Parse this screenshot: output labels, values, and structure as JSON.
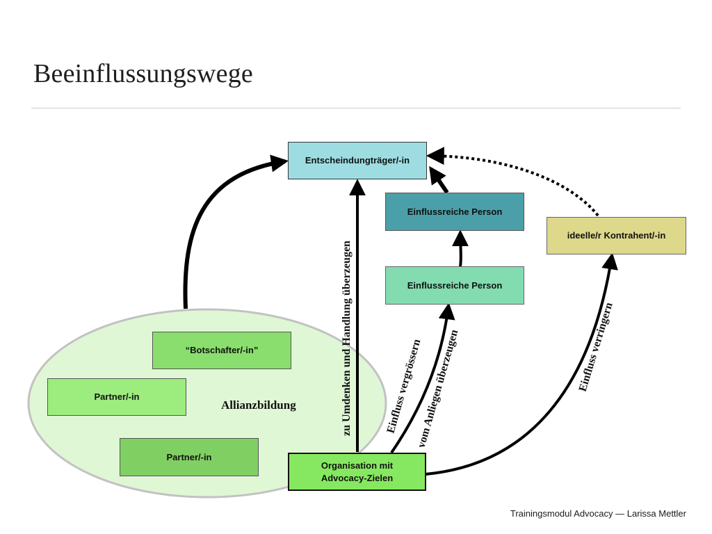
{
  "title": "Beeinflussungswege",
  "footer": "Trainingsmodul Advocacy — Larissa Mettler",
  "nodes": {
    "decision_maker": {
      "label": "Entscheindungträger/-in",
      "color": "#9ddde2"
    },
    "influential_top": {
      "label": "Einflussreiche Person",
      "color": "#4b9fa8"
    },
    "influential_bottom": {
      "label": "Einflussreiche Person",
      "color": "#83dbb0"
    },
    "opponent": {
      "label": "ideelle/r Kontrahent/-in",
      "color": "#ddd88a"
    },
    "ambassador": {
      "label": "“Botschafter/-in”",
      "color": "#8ade6e"
    },
    "partner_1": {
      "label": "Partner/-in",
      "color": "#9cec7e"
    },
    "partner_2": {
      "label": "Partner/-in",
      "color": "#80cf63"
    },
    "organisation": {
      "label_line1": "Organisation mit",
      "label_line2": "Advocacy-Zielen",
      "color": "#86e860"
    }
  },
  "alliance": {
    "label": "Allianzbildung",
    "color": "#e0f7d6"
  },
  "edges": {
    "convince_action": "zu Umdenken und Handlung überzeugen",
    "increase_influence": "Einfluss vergrössern",
    "convince_cause": "vom Anliegen überzeugen",
    "reduce_influence": "Einfluss verringern"
  }
}
